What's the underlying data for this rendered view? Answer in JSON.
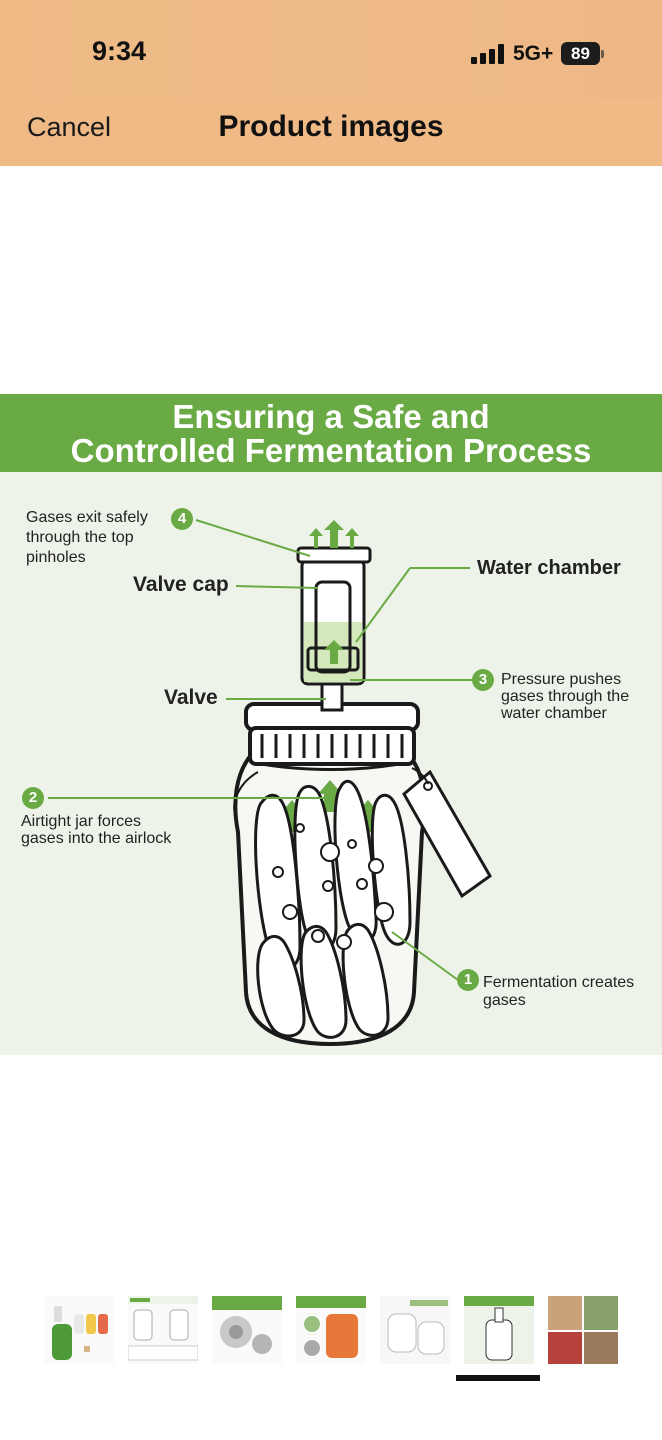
{
  "status": {
    "time": "9:34",
    "network": "5G+",
    "battery": "89"
  },
  "header": {
    "cancel_label": "Cancel",
    "title": "Product images"
  },
  "image": {
    "banner_line1": "Ensuring a Safe and",
    "banner_line2": "Controlled Fermentation Process",
    "labels": {
      "step4_line1": "Gases exit safely",
      "step4_line2": "through the top",
      "step4_line3": "pinholes",
      "valve_cap": "Valve cap",
      "water_chamber": "Water chamber",
      "valve": "Valve",
      "step3_line1": "Pressure pushes",
      "step3_line2": "gases through the",
      "step3_line3": "water chamber",
      "step2_line1": "Airtight jar forces",
      "step2_line2": "gases into the airlock",
      "step1_line1": "Fermentation creates",
      "step1_line2": "gases"
    },
    "step_numbers": [
      "1",
      "2",
      "3",
      "4"
    ],
    "accent_color": "#6aaa45"
  },
  "thumbnails": {
    "count": 7,
    "selected_index": 5
  }
}
